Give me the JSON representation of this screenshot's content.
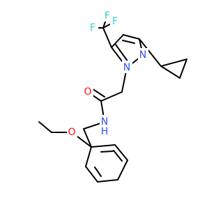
{
  "molecule": {
    "atoms": {
      "f_left": "F",
      "f_top": "F",
      "f_right": "F",
      "n_pyrazole_2": "N",
      "n_pyrazole_1": "N",
      "o_carbonyl": "O",
      "n_amide": "N",
      "h_amide": "H",
      "o_ether": "O"
    },
    "colors": {
      "bond": "#000000",
      "fluorine": "#33cccc",
      "nitrogen": "#3050f8",
      "oxygen": "#ff0d0d",
      "hydrogen": "#3050f8"
    }
  }
}
